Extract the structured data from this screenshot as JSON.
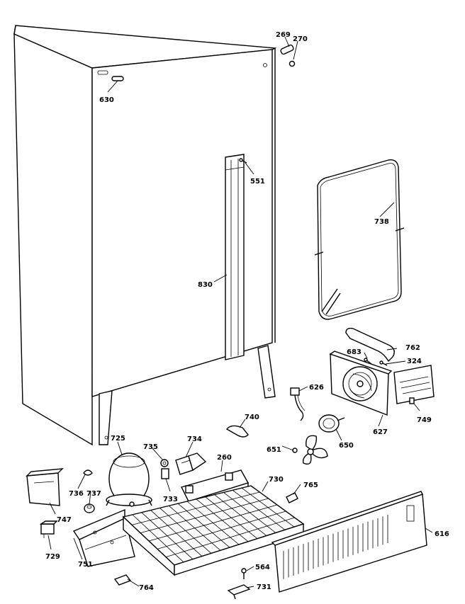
{
  "parts": [
    {
      "id": "p269",
      "label": "269"
    },
    {
      "id": "p270",
      "label": "270"
    },
    {
      "id": "p630",
      "label": "630"
    },
    {
      "id": "p551",
      "label": "551"
    },
    {
      "id": "p738",
      "label": "738"
    },
    {
      "id": "p830",
      "label": "830"
    },
    {
      "id": "p762",
      "label": "762"
    },
    {
      "id": "p683",
      "label": "683"
    },
    {
      "id": "p324",
      "label": "324"
    },
    {
      "id": "p626",
      "label": "626"
    },
    {
      "id": "p627",
      "label": "627"
    },
    {
      "id": "p749",
      "label": "749"
    },
    {
      "id": "p740",
      "label": "740"
    },
    {
      "id": "p650",
      "label": "650"
    },
    {
      "id": "p651",
      "label": "651"
    },
    {
      "id": "p725",
      "label": "725"
    },
    {
      "id": "p735",
      "label": "735"
    },
    {
      "id": "p734",
      "label": "734"
    },
    {
      "id": "p260",
      "label": "260"
    },
    {
      "id": "p730",
      "label": "730"
    },
    {
      "id": "p765",
      "label": "765"
    },
    {
      "id": "p736",
      "label": "736"
    },
    {
      "id": "p737",
      "label": "737"
    },
    {
      "id": "p733",
      "label": "733"
    },
    {
      "id": "p747",
      "label": "747"
    },
    {
      "id": "p616",
      "label": "616"
    },
    {
      "id": "p729",
      "label": "729"
    },
    {
      "id": "p751",
      "label": "751"
    },
    {
      "id": "p564",
      "label": "564"
    },
    {
      "id": "p731",
      "label": "731"
    },
    {
      "id": "p764",
      "label": "764"
    }
  ]
}
